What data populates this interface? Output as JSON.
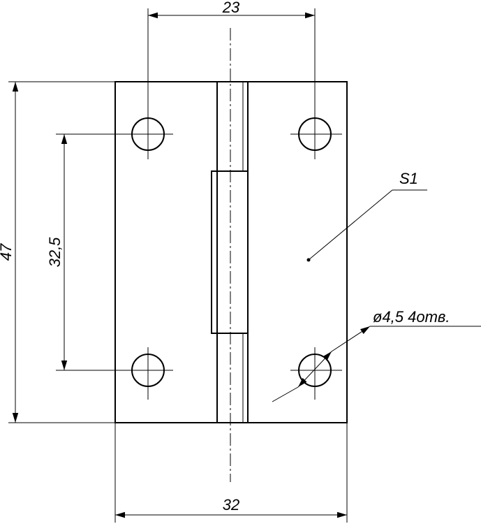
{
  "dimensions": {
    "top_width": "23",
    "bottom_width": "32",
    "total_height": "47",
    "hole_spacing": "32,5"
  },
  "callouts": {
    "surface_label": "S1",
    "hole_note": "ø4,5  4отв."
  }
}
